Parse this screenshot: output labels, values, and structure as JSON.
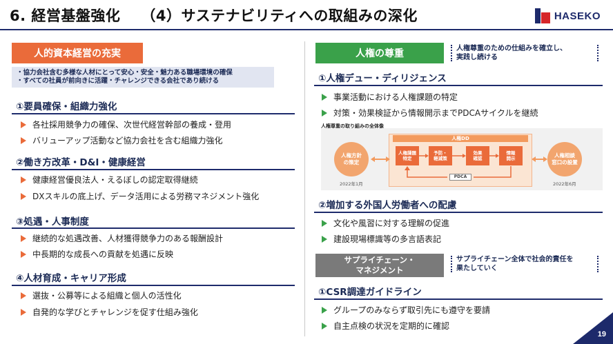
{
  "header": {
    "section": "6. 経営基盤強化",
    "subtitle": "（4）サステナビリティへの取組みの深化",
    "logo_text": "HASEKO"
  },
  "left": {
    "title": "人的資本経営の充実",
    "note_line1": "・協力会社含む多様な人材にとって安心・安全・魅力ある職場環境の確保",
    "note_line2": "・すべての社員が前向きに活躍・チャレンジできる会社であり続ける",
    "sections": [
      {
        "heading": "①要員確保・組織力強化",
        "bullets": [
          "各社採用競争力の確保、次世代経営幹部の養成・登用",
          "バリューアップ活動など協力会社を含む組織力強化"
        ]
      },
      {
        "heading": "②働き方改革・D&I・健康経営",
        "bullets": [
          "健康経営優良法人・えるぼしの認定取得継続",
          " DXスキルの底上げ、データ活用による労務マネジメント強化"
        ]
      },
      {
        "heading": "③処遇・人事制度",
        "bullets": [
          "継続的な処遇改善、人材獲得競争力のある報酬設計",
          "中長期的な成長への貢献を処遇に反映"
        ]
      },
      {
        "heading": "④人材育成・キャリア形成",
        "bullets": [
          "選抜・公募等による組織と個人の活性化",
          "自発的な学びとチャレンジを促す仕組み強化"
        ]
      }
    ]
  },
  "right": {
    "human_rights": {
      "title": "人権の尊重",
      "note_line1": "人権尊重のための仕組みを確立し、",
      "note_line2": "実践し続ける",
      "section1": {
        "heading": "①人権デュー・ディリジェンス",
        "bullets": [
          "事業活動における人権課題の特定",
          "対策・効果検証から情報開示までPDCAサイクルを継続"
        ]
      },
      "diagram": {
        "title": "人権尊重の取り組みの全体像",
        "left_circle_l1": "人権方針",
        "left_circle_l2": "の策定",
        "left_date": "2022年1月",
        "right_circle_l1": "人権相談",
        "right_circle_l2": "窓口の設置",
        "right_date": "2022年6月",
        "dd_label": "人権DD",
        "steps": [
          {
            "l1": "人権課題",
            "l2": "特定"
          },
          {
            "l1": "予防・",
            "l2": "軽減策"
          },
          {
            "l1": "効果",
            "l2": "確認"
          },
          {
            "l1": "情報",
            "l2": "開示"
          }
        ],
        "cycle_label": "PDCA"
      },
      "section2": {
        "heading": "②増加する外国人労働者への配慮",
        "bullets": [
          "文化や風習に対する理解の促進",
          "建設現場標識等の多言語表記"
        ]
      }
    },
    "supply_chain": {
      "title_l1": "サプライチェーン・",
      "title_l2": "マネジメント",
      "note_line1": "サプライチェーン全体で社会的責任を",
      "note_line2": "果たしていく",
      "section": {
        "heading": "①CSR調達ガイドライン",
        "bullets": [
          "グループのみならず取引先にも遵守を要請",
          "自主点検の状況を定期的に確認"
        ]
      }
    }
  },
  "page_number": "19",
  "colors": {
    "navy": "#1d2a6b",
    "orange": "#ea6b3a",
    "green": "#3aa14a",
    "gray": "#7a7a7a",
    "red": "#d6262a"
  }
}
